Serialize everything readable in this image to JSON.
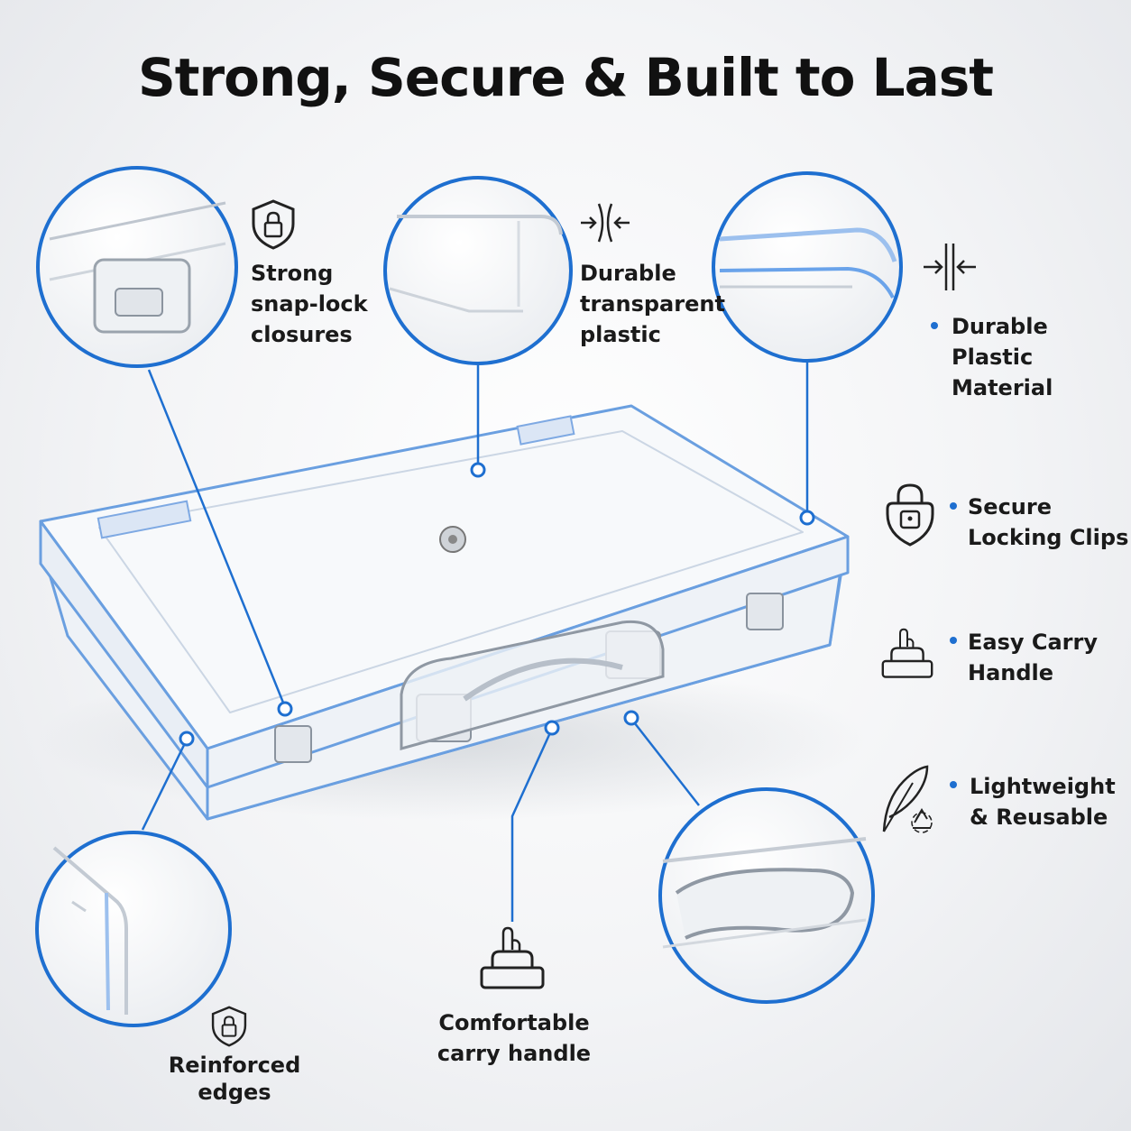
{
  "title": "Strong, Secure & Built to Last",
  "accent_color": "#1e6fd0",
  "callouts": {
    "snap_lock": {
      "lines": [
        "Strong",
        "snap-lock",
        "closures"
      ],
      "icon": "shield-lock-icon"
    },
    "transparent": {
      "lines": [
        "Durable",
        "transparent",
        "plastic"
      ],
      "icon": "compress-arrows-icon"
    },
    "reinforced": {
      "lines": [
        "Reinforced",
        "edges"
      ],
      "icon": "shield-lock-icon"
    },
    "carry": {
      "lines": [
        "Comfortable",
        "carry handle"
      ],
      "icon": "hand-carry-icon"
    }
  },
  "features": [
    {
      "lines": [
        "Durable",
        "Plastic",
        "Material"
      ],
      "icon": "pressure-arrows-icon"
    },
    {
      "lines": [
        "Secure",
        "Locking Clips"
      ],
      "icon": "padlock-shield-icon"
    },
    {
      "lines": [
        "Easy Carry",
        "Handle"
      ],
      "icon": "hand-carry-icon"
    },
    {
      "lines": [
        "Lightweight",
        "& Reusable"
      ],
      "icon": "feather-recycle-icon"
    }
  ]
}
